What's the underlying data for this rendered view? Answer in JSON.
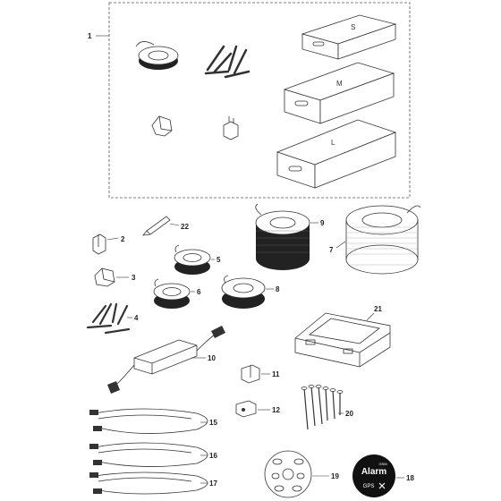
{
  "kit_box_sizes": [
    "S",
    "M",
    "L"
  ],
  "callouts": [
    "1",
    "2",
    "3",
    "4",
    "5",
    "6",
    "7",
    "8",
    "9",
    "10",
    "11",
    "12",
    "15",
    "16",
    "17",
    "18",
    "19",
    "20",
    "21",
    "22"
  ],
  "badge": {
    "line1": "Alarm",
    "line2": "GPS",
    "small": "GSM"
  }
}
